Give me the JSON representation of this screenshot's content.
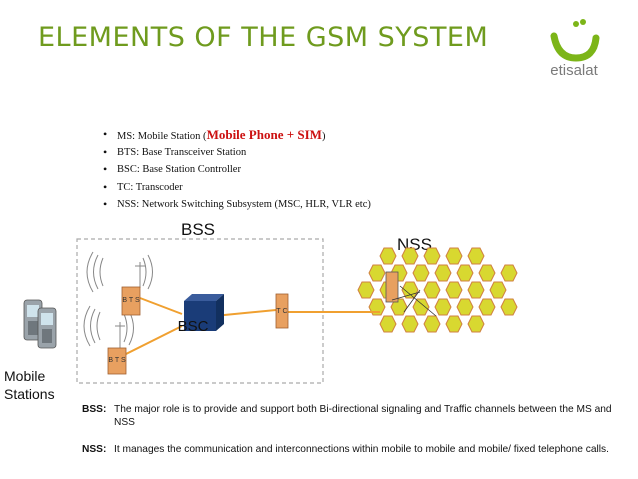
{
  "title": "ELEMENTS OF THE GSM SYSTEM",
  "logo": {
    "text": "etisalat",
    "color": "#7cb518"
  },
  "bullets": [
    {
      "pre": "MS:   Mobile Station (",
      "highlight": "Mobile Phone + SIM",
      "post": ")"
    },
    {
      "pre": "BTS:  Base Transceiver Station",
      "highlight": "",
      "post": ""
    },
    {
      "pre": "BSC:  Base Station Controller",
      "highlight": "",
      "post": ""
    },
    {
      "pre": "TC:   Transcoder",
      "highlight": "",
      "post": ""
    },
    {
      "pre": "NSS: Network Switching Subsystem (MSC, HLR, VLR etc)",
      "highlight": "",
      "post": ""
    }
  ],
  "diagram": {
    "bss_label": "BSS",
    "nss_label": "NSS",
    "bsc_label": "BSC",
    "bts_label": "B T S",
    "tc_label": "T C",
    "mobile_label_line1": "Mobile",
    "mobile_label_line2": "Stations",
    "colors": {
      "link": "#f0a030",
      "box": "#e8a060",
      "bsc": "#1a3c78",
      "honeycomb_fill": "#d8d830",
      "honeycomb_stroke": "#d08040",
      "border_dashed": "#aaaaaa"
    }
  },
  "descriptions": [
    {
      "term": "BSS",
      "text": "The major role is to provide and support both Bi-directional signaling and Traffic channels between the MS and NSS"
    },
    {
      "term": "NSS",
      "text": "It manages the communication and interconnections within mobile to mobile and mobile/ fixed telephone calls."
    }
  ]
}
